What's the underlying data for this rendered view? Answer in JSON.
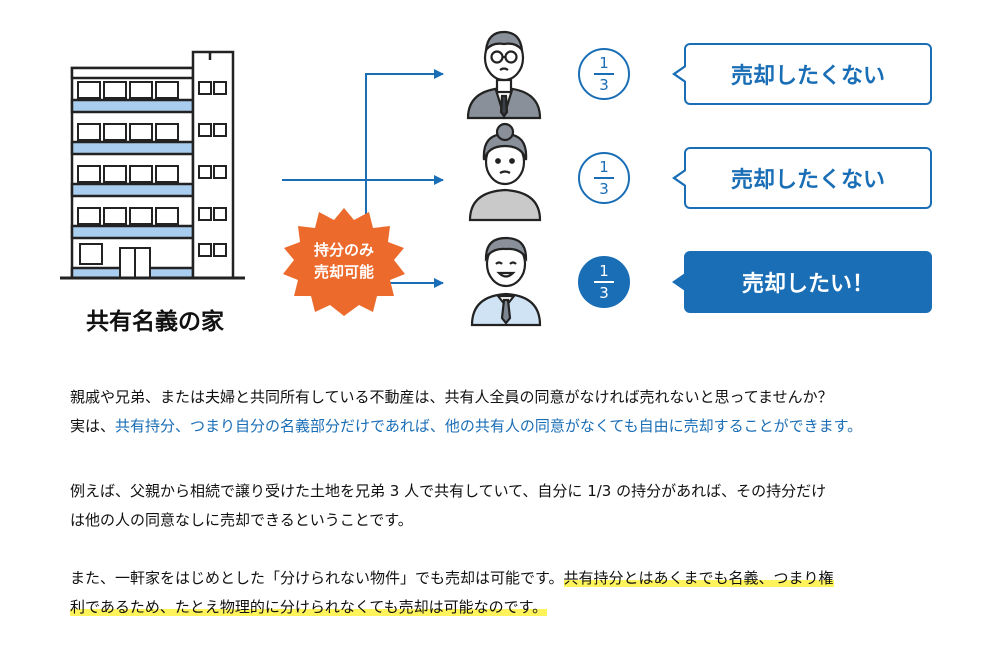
{
  "building": {
    "label": "共有名義の家"
  },
  "badge": {
    "line1": "持分のみ",
    "line2": "売却可能"
  },
  "owners": [
    {
      "name": "elderly-man",
      "share": {
        "numerator": "1",
        "denominator": "3"
      },
      "statement": "売却したくない",
      "style": "outline"
    },
    {
      "name": "elderly-woman",
      "share": {
        "numerator": "1",
        "denominator": "3"
      },
      "statement": "売却したくない",
      "style": "outline"
    },
    {
      "name": "smiling-man",
      "share": {
        "numerator": "1",
        "denominator": "3"
      },
      "statement": "売却したい！",
      "style": "filled"
    }
  ],
  "paragraphs": {
    "p1_line1": "親戚や兄弟、または夫婦と共同所有している不動産は、共有人全員の同意がなければ売れないと思ってませんか？",
    "p1_line2_plain": "実は、",
    "p1_line2_blue": "共有持分、つまり自分の名義部分だけであれば、他の共有人の同意がなくても自由に売却することができます。",
    "p2_line1": "例えば、父親から相続で譲り受けた土地を兄弟 3 人で共有していて、自分に 1/3 の持分があれば、その持分だけ",
    "p2_line2": "は他の人の同意なしに売却できるということです。",
    "p3_line1_plain": "また、一軒家をはじめとした「分けられない物件」でも売却は可能です。",
    "p3_line1_hl": "共有持分とはあくまでも名義、つまり権",
    "p3_line2_hl": "利であるため、たとえ物理的に分けられなくても売却は可能なのです。"
  },
  "colors": {
    "primary_blue": "#1a6eb6",
    "light_blue": "#a9cdee",
    "badge_orange": "#ec6a2c",
    "highlight_yellow": "#fff35c"
  }
}
